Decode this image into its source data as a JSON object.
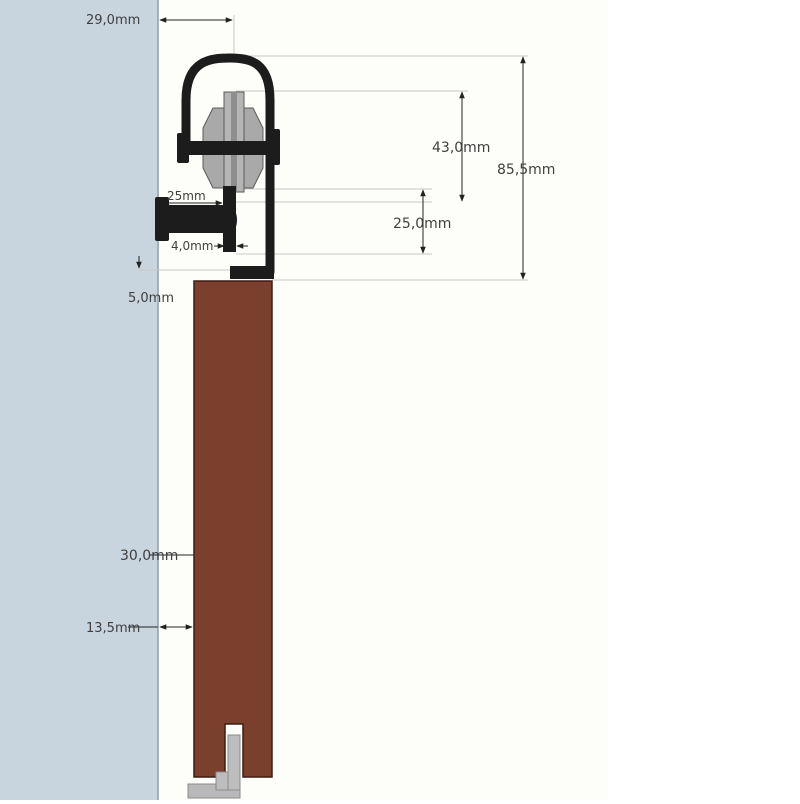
{
  "colors": {
    "wall": "#c8d5de",
    "wall_edge": "#8f9ea8",
    "floor_area": "#fdfdf9",
    "door": "#7b3f2d",
    "door_edge": "#3e1d12",
    "hardware": "#1c1c1c",
    "wheel": "#a9a9a9",
    "guide": "#b9b9b9",
    "dimension_line": "#c8c8c8",
    "arrow": "#222222"
  },
  "labels": {
    "top_offset": "29,0mm",
    "wheel_height": "43,0mm",
    "total_height": "85,5mm",
    "spacer_length": "25mm",
    "drop": "25,0mm",
    "bolt_thickness": "4,0mm",
    "gap": "5,0mm",
    "door_thickness": "30,0mm",
    "wall_gap": "13,5mm"
  }
}
